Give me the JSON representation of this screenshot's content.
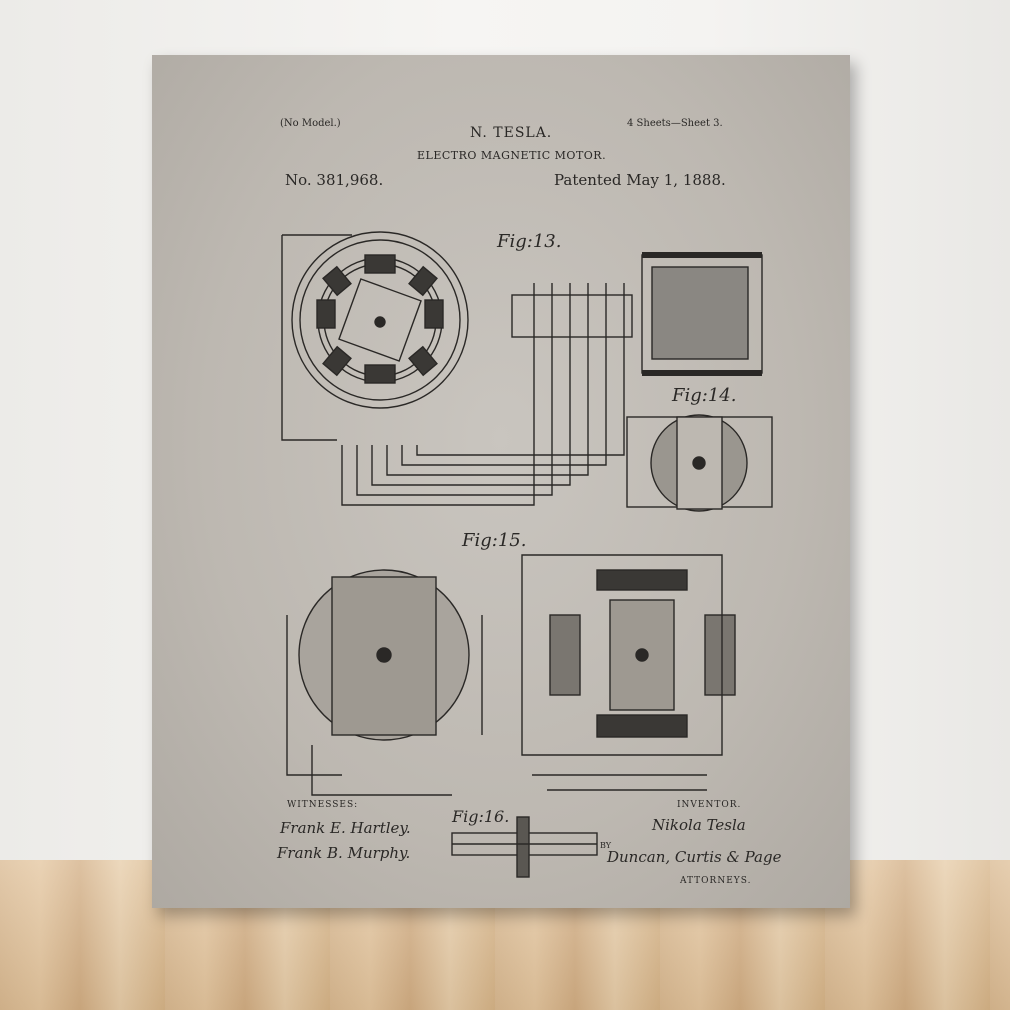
{
  "patent": {
    "no_model": "(No Model.)",
    "sheets": "4 Sheets—Sheet 3.",
    "inventor_name": "N. TESLA.",
    "title": "ELECTRO MAGNETIC MOTOR.",
    "number": "No. 381,968.",
    "date": "Patented May 1, 1888."
  },
  "figures": {
    "fig13": "Fig:13.",
    "fig14": "Fig:14.",
    "fig15": "Fig:15.",
    "fig16": "Fig:16."
  },
  "footer": {
    "witnesses_label": "WITNESSES:",
    "inventor_label": "INVENTOR.",
    "by_label": "BY",
    "attorneys_label": "ATTORNEYS.",
    "witness1": "Frank E. Hartley.",
    "witness2": "Frank B. Murphy.",
    "inventor_signature": "Nikola Tesla",
    "attorney_signature": "Duncan, Curtis & Page"
  },
  "colors": {
    "wall": "#f4f3f1",
    "floor": "#dcbb92",
    "paper": "#c2bdb6",
    "ink": "#2a2826"
  }
}
